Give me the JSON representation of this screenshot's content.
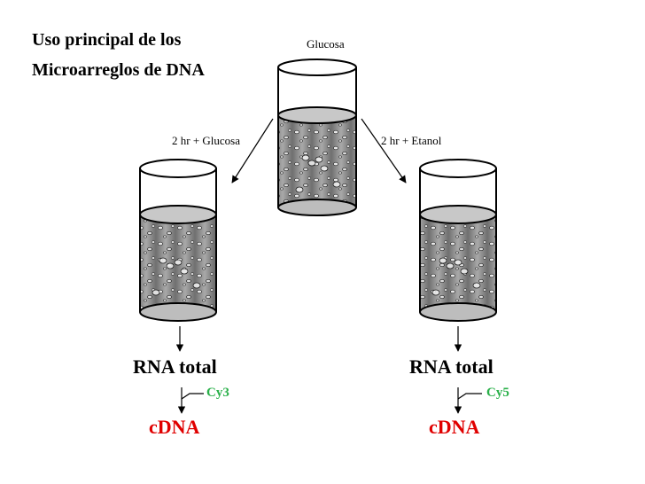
{
  "title_line1": "Uso principal de los",
  "title_line2": "Microarreglos de DNA",
  "center_flask_label": "Glucosa",
  "left_arrow_label": "2 hr + Glucosa",
  "right_arrow_label": "2 hr + Etanol",
  "left": {
    "rna_label": "RNA total",
    "dye_label": "Cy3",
    "cdna_label": "cDNA"
  },
  "right": {
    "rna_label": "RNA total",
    "dye_label": "Cy5",
    "cdna_label": "cDNA"
  },
  "colors": {
    "cdna": "#e00000",
    "dye": "#2ab04a"
  }
}
